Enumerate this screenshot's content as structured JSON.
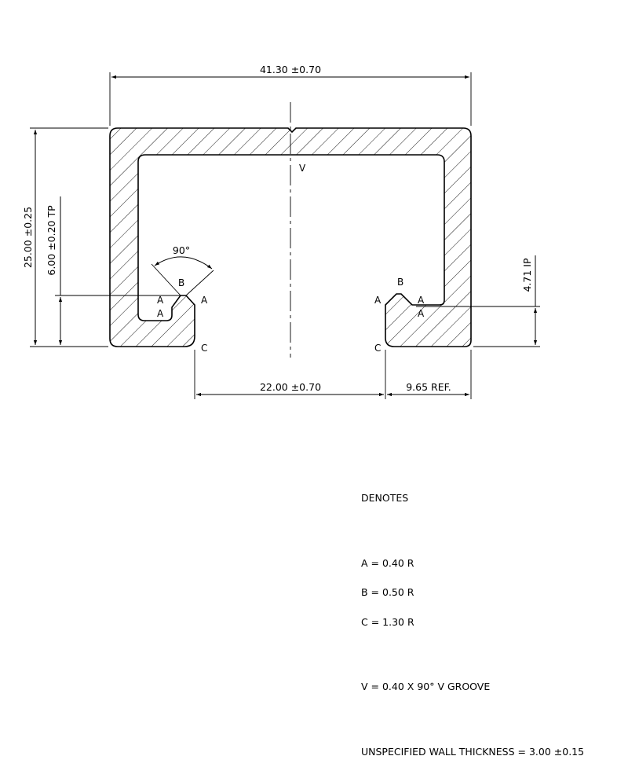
{
  "dimensions": {
    "overall_width": "41.30 ±0.70",
    "overall_height": "25.00 ±0.25",
    "lip_height": "6.00 ±0.20 TP",
    "right_lip": "4.71 IP",
    "opening_width": "22.00 ±0.70",
    "right_ref": "9.65 REF.",
    "angle": "90°"
  },
  "labels": {
    "a": "A",
    "b": "B",
    "c": "C",
    "v": "V"
  },
  "legend": {
    "title": "DENOTES",
    "a": "A = 0.40 R",
    "b": "B = 0.50 R",
    "c": "C = 1.30 R",
    "v": "V = 0.40 X 90° V GROOVE",
    "wall": "UNSPECIFIED WALL THICKNESS = 3.00 ±0.15"
  }
}
